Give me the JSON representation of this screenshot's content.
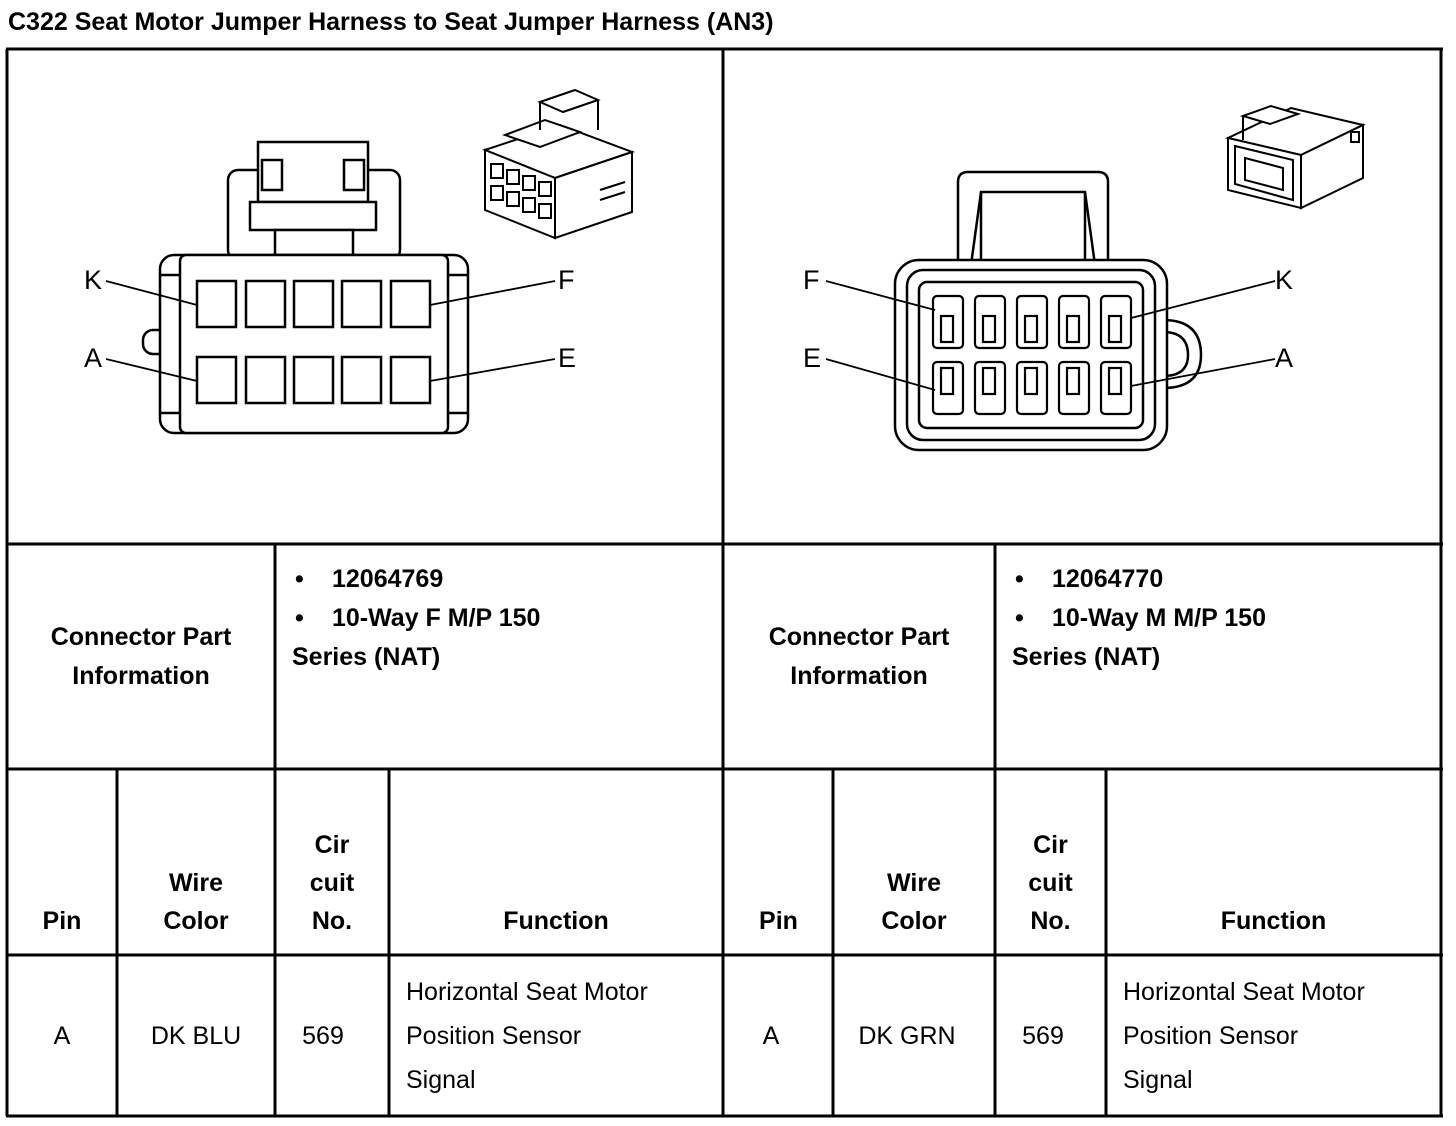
{
  "title": "C322 Seat Motor Jumper Harness to Seat Jumper Harness (AN3)",
  "left": {
    "pin_labels": {
      "top_left": "K",
      "top_right": "F",
      "bottom_left": "A",
      "bottom_right": "E"
    },
    "connector_label": [
      "Connector Part",
      "Information"
    ],
    "part_info": [
      "12064769",
      "10-Way F M/P 150",
      "Series (NAT)"
    ],
    "headers": {
      "pin": "Pin",
      "wire": [
        "Wire",
        "Color"
      ],
      "circuit": [
        "Cir",
        "cuit",
        "No."
      ],
      "function": "Function"
    },
    "row": {
      "pin": "A",
      "wire_color": "DK BLU",
      "circuit": "569",
      "function": [
        "Horizontal Seat Motor",
        "Position Sensor",
        "Signal"
      ]
    }
  },
  "right": {
    "pin_labels": {
      "top_left": "F",
      "top_right": "K",
      "bottom_left": "E",
      "bottom_right": "A"
    },
    "connector_label": [
      "Connector Part",
      "Information"
    ],
    "part_info": [
      "12064770",
      "10-Way M M/P 150",
      "Series (NAT)"
    ],
    "headers": {
      "pin": "Pin",
      "wire": [
        "Wire",
        "Color"
      ],
      "circuit": [
        "Cir",
        "cuit",
        "No."
      ],
      "function": "Function"
    },
    "row": {
      "pin": "A",
      "wire_color": "DK GRN",
      "circuit": "569",
      "function": [
        "Horizontal Seat Motor",
        "Position Sensor",
        "Signal"
      ]
    }
  },
  "bullet_char": "•"
}
